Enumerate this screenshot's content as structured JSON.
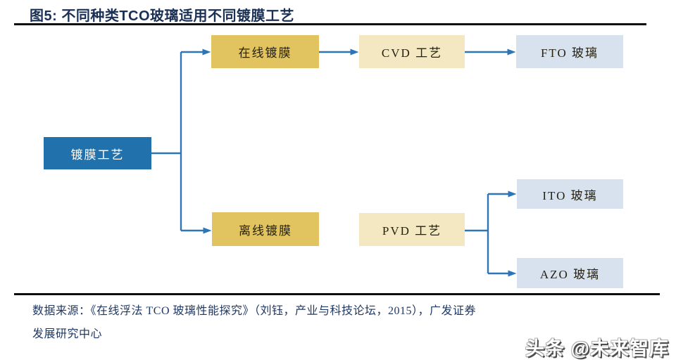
{
  "figure": {
    "title": "图5: 不同种类TCO玻璃适用不同镀膜工艺"
  },
  "diagram": {
    "root": {
      "label": "镀膜工艺"
    },
    "online": {
      "label": "在线镀膜"
    },
    "offline": {
      "label": "离线镀膜"
    },
    "cvd": {
      "label": "CVD 工艺"
    },
    "pvd": {
      "label": "PVD 工艺"
    },
    "fto": {
      "label": "FTO 玻璃"
    },
    "ito": {
      "label": "ITO 玻璃"
    },
    "azo": {
      "label": "AZO 玻璃"
    }
  },
  "footer": {
    "source_line1": "数据来源：《在线浮法 TCO 玻璃性能探究》（刘钰，产业与科技论坛，2015），广发证券",
    "source_line2": "发展研究中心",
    "watermark": "头条 @未来智库"
  },
  "colors": {
    "root_box": "#2171ac",
    "branch_box": "#e1c35f",
    "process_box": "#f4e8c2",
    "glass_box": "#d8e1ee",
    "connector": "#2e75b6",
    "title_text": "#1a3055",
    "source_text": "#1f3864"
  }
}
